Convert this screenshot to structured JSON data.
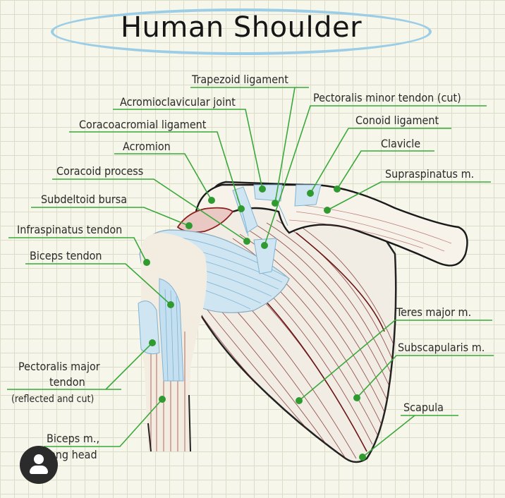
{
  "title": "Human Shoulder",
  "labels": {
    "trapezoid_ligament": "Trapezoid ligament",
    "acromioclavicular_joint": "Acromioclavicular joint",
    "pectoralis_minor_tendon": "Pectoralis minor tendon (cut)",
    "coracoacromial_ligament": "Coracoacromial ligament",
    "conoid_ligament": "Conoid ligament",
    "acromion": "Acromion",
    "clavicle": "Clavicle",
    "coracoid_process": "Coracoid process",
    "supraspinatus": "Supraspinatus m.",
    "subdeltoid_bursa": "Subdeltoid bursa",
    "infraspinatus_tendon": "Infraspinatus tendon",
    "biceps_tendon": "Biceps tendon",
    "teres_major": "Teres major m.",
    "subscapularis": "Subscapularis m.",
    "pectoralis_major_line1": "Pectoralis major",
    "pectoralis_major_line2": "tendon",
    "pectoralis_major_line3": "(reflected and cut)",
    "scapula": "Scapula",
    "biceps_long_line1": "Biceps m.,",
    "biceps_long_line2": "long head"
  },
  "colors": {
    "leader": "#3aa83a",
    "dot": "#2f9a2f",
    "tendon": "#a9d3ea",
    "muscle_line": "#8b1e1e",
    "title_oval": "#9ccde6"
  },
  "icons": {
    "user_badge": "user-avatar-icon"
  }
}
